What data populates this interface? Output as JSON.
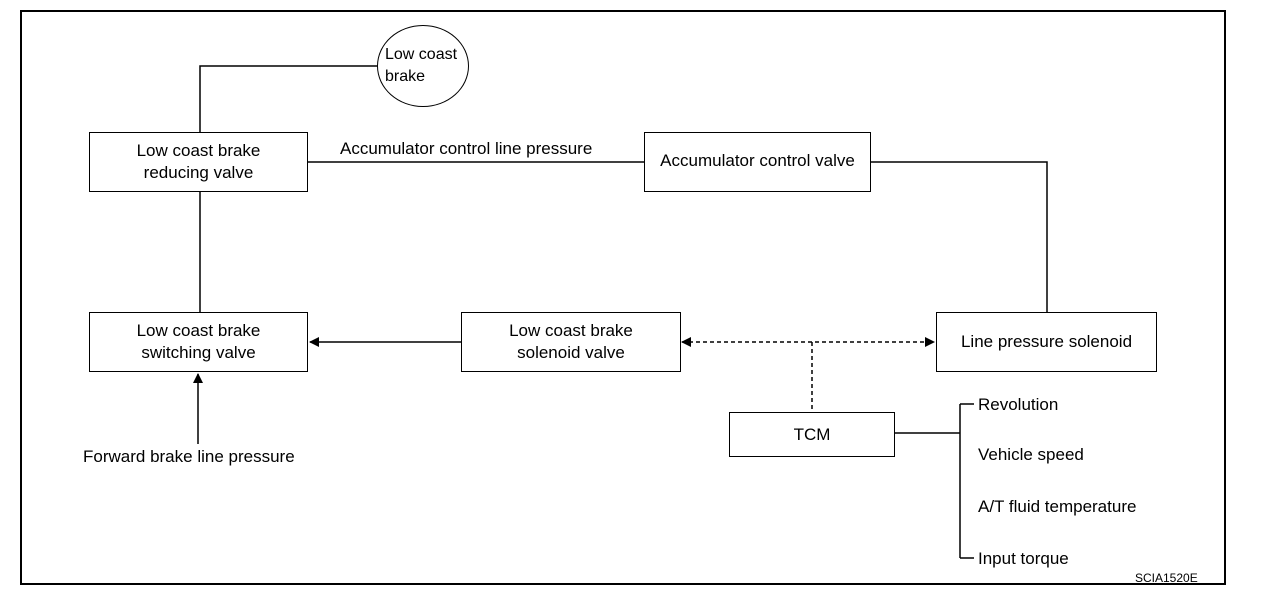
{
  "diagram": {
    "nodes": {
      "low_coast_brake": [
        "Low coast",
        "brake"
      ],
      "reducing_valve": [
        "Low coast brake",
        "reducing valve"
      ],
      "switching_valve": [
        "Low coast brake",
        "switching valve"
      ],
      "solenoid_valve": [
        "Low coast brake",
        "solenoid valve"
      ],
      "accumulator_valve": "Accumulator control valve",
      "line_pressure_solenoid": "Line pressure solenoid",
      "tcm": "TCM"
    },
    "labels": {
      "accumulator_line_pressure": "Accumulator control line pressure",
      "forward_brake_line_pressure": "Forward brake line pressure"
    },
    "tcm_inputs": [
      "Revolution",
      "Vehicle speed",
      "A/T fluid temperature",
      "Input torque"
    ],
    "figure_code": "SCIA1520E"
  }
}
